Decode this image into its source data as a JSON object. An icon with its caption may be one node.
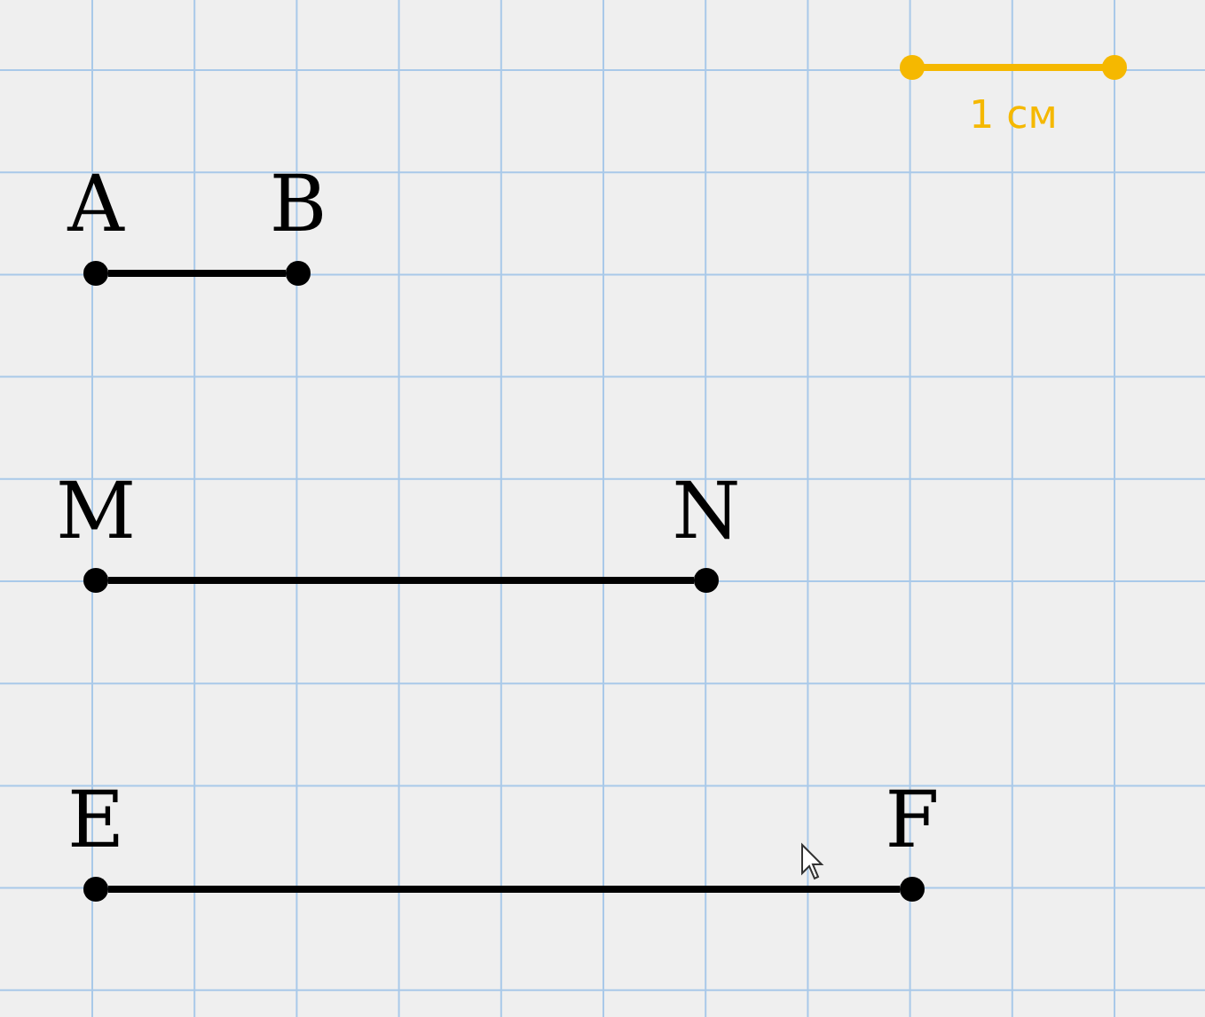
{
  "diagram": {
    "nodes": [
      {
        "text": [],
        "shape": "circle",
        "beside": [
          "A"
        ]
      },
      {
        "text": [],
        "shape": "circle",
        "beside": [
          "B"
        ]
      },
      {
        "text": [],
        "shape": "circle",
        "beside": [
          "M"
        ]
      },
      {
        "text": [],
        "shape": "circle",
        "beside": [
          "N"
        ]
      },
      {
        "text": [],
        "shape": "circle",
        "beside": [
          "E"
        ]
      },
      {
        "text": [],
        "shape": "circle",
        "beside": [
          "F"
        ]
      }
    ],
    "edges": [
      {
        "from": 0,
        "to": 1,
        "arrow": "none"
      },
      {
        "from": 2,
        "to": 3,
        "arrow": "none"
      },
      {
        "from": 4,
        "to": 5,
        "arrow": "none"
      }
    ],
    "labels": [
      "1 см"
    ]
  }
}
